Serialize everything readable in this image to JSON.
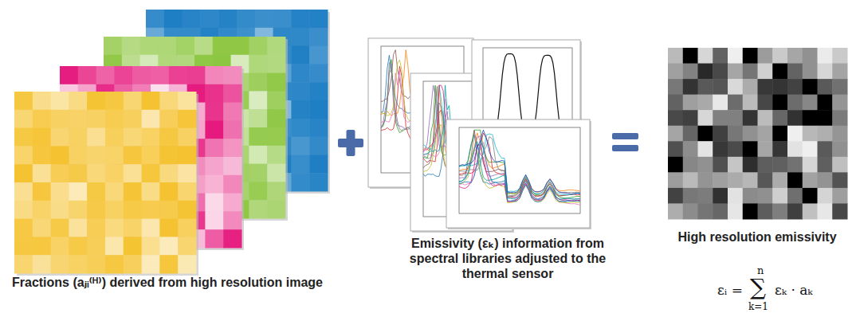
{
  "diagram": {
    "nodes": [
      {
        "text": [
          "Fractions (aⱼᵢ⁽ᴴ⁾) derived from high resolution image"
        ]
      },
      {
        "text": [
          "Emissivity (εₖ) information from spectral libraries adjusted to the thermal sensor"
        ]
      },
      {
        "text": [
          "High resolution emissivity"
        ]
      }
    ],
    "labels": [
      "εᵢ =",
      "∑",
      "n",
      "k=1",
      "εₖ · aₖ"
    ]
  }
}
